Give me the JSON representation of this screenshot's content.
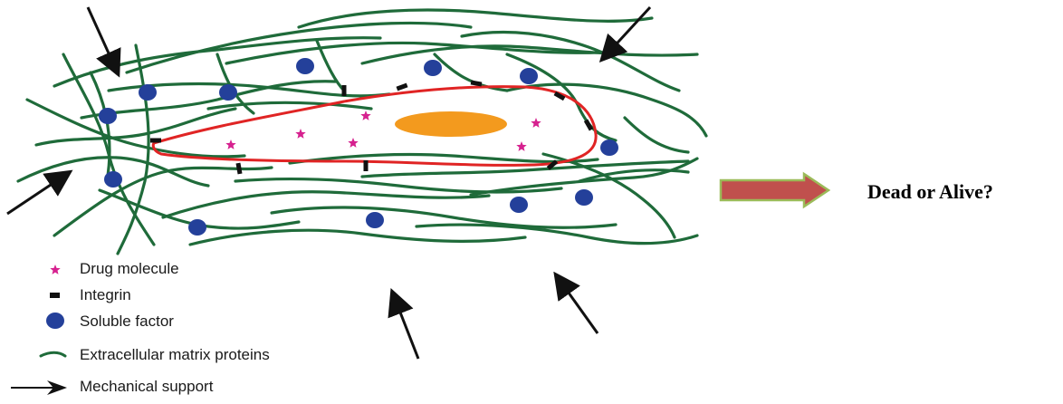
{
  "colors": {
    "ecm_fiber": "#1f6b3a",
    "cell_membrane": "#e02424",
    "nucleus": "#f39a1e",
    "drug_molecule": "#d6218f",
    "integrin": "#111111",
    "soluble_factor": "#24409a",
    "arrow": "#111111",
    "outcome_arrow_fill": "#c0504d",
    "outcome_arrow_edge": "#9bbb59"
  },
  "icons": {
    "drug_molecule": "star",
    "integrin": "black-bar",
    "soluble_factor": "blue-ellipse",
    "ecm_protein": "green-wave",
    "mechanical_support": "black-arrow"
  },
  "legend": [
    {
      "key": "drug_molecule",
      "label": "Drug molecule"
    },
    {
      "key": "integrin",
      "label": "Integrin"
    },
    {
      "key": "soluble_factor",
      "label": "Soluble factor"
    },
    {
      "key": "ecm_protein",
      "label": "Extracellular matrix proteins"
    },
    {
      "key": "mechanical_support",
      "label": "Mechanical support"
    }
  ],
  "outcome": {
    "label": "Dead or Alive?"
  }
}
